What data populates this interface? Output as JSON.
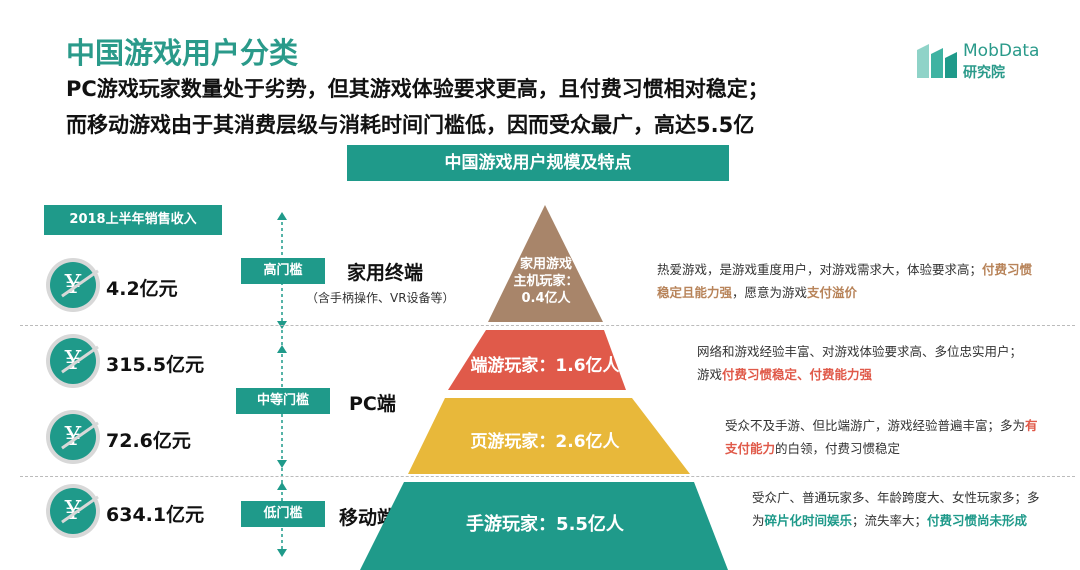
{
  "header": {
    "title": "中国游戏用户分类",
    "subtitle_line1": "PC游戏玩家数量处于劣势，但其游戏体验要求更高，且付费习惯相对稳定；",
    "subtitle_line2": "而移动游戏由于其消费层级与消耗时间门槛低，因而受众最广，高达5.5亿"
  },
  "logo": {
    "name": "MobData",
    "sub": "研究院"
  },
  "banner": "中国游戏用户规模及特点",
  "revenue": {
    "header": "2018上半年销售收入",
    "icon": "yuan-coin-icon",
    "items": [
      "4.2亿元",
      "315.5亿元",
      "72.6亿元",
      "634.1亿元"
    ]
  },
  "thresholds": [
    "高门槛",
    "中等门槛",
    "低门槛"
  ],
  "segments": {
    "console": {
      "name": "家用终端",
      "note": "（含手柄操作、VR设备等）"
    },
    "pc": {
      "name": "PC端"
    },
    "mobile": {
      "name": "移动端"
    }
  },
  "pyramid": {
    "top_line1": "家用游戏",
    "top_line2": "主机玩家：",
    "top_line3": "0.4亿人",
    "tier2": "端游玩家：1.6亿人",
    "tier3": "页游玩家：2.6亿人",
    "tier4": "手游玩家：5.5亿人",
    "colors": {
      "top": "#a8856a",
      "tier2": "#e05a4a",
      "tier3": "#e8b83a",
      "tier4": "#1f9a8a"
    }
  },
  "descriptions": {
    "console": {
      "p1": "热爱游戏，是游戏重度用户，对游戏需求大，体验要求高；",
      "hl1": "付费习惯稳定且能力强",
      "p2": "，愿意为游戏",
      "hl2": "支付溢价"
    },
    "client": {
      "p1": "网络和游戏经验丰富、对游戏体验要求高、多位忠实用户；游戏",
      "hl1": "付费习惯稳定、付费能力强"
    },
    "web": {
      "p1": "受众不及手游、但比端游广，游戏经验普遍丰富；多为",
      "hl1": "有支付能力",
      "p2": "的白领，付费习惯稳定"
    },
    "mobile": {
      "p1": "受众广、普通玩家多、年龄跨度大、女性玩家多；多为",
      "hl1": "碎片化时间娱乐",
      "p2": "；流失率大；",
      "hl2": "付费习惯尚未形成"
    }
  }
}
